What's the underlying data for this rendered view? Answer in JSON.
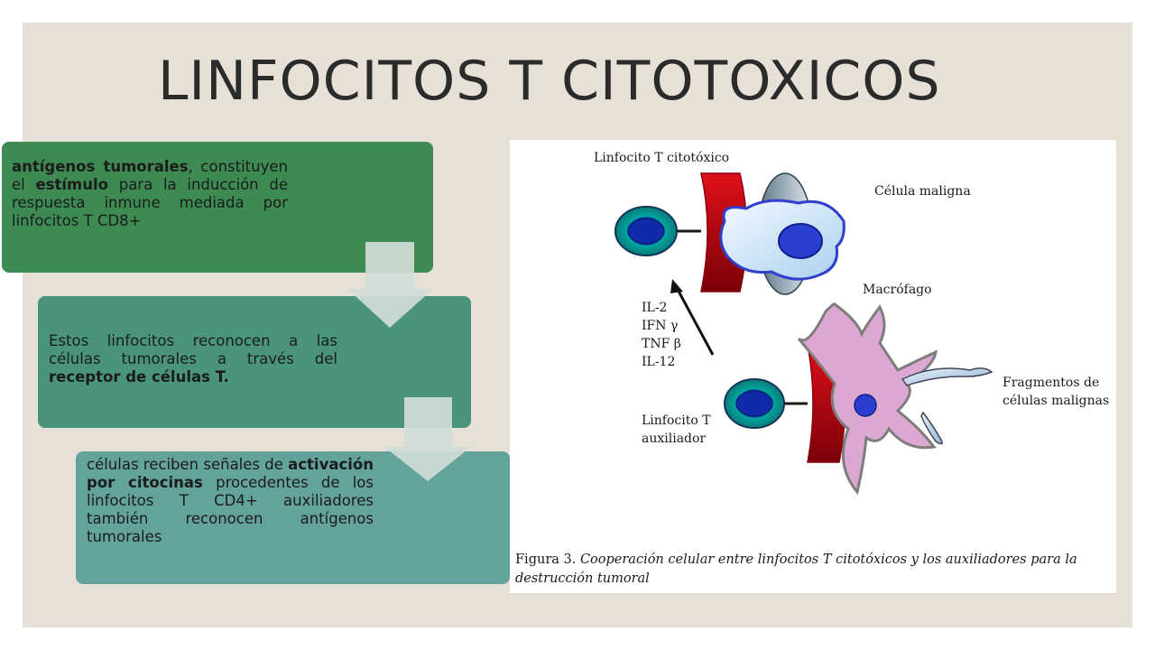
{
  "title": "LINFOCITOS T CITOTOXICOS",
  "boxes": [
    {
      "bold1": "antígenos tumorales",
      "t1": ", constituyen el ",
      "bold2": "estímulo",
      "t2": " para la inducción de respuesta inmune mediada por linfocitos T CD8+"
    },
    {
      "t1": "Estos linfocitos reconocen a las células tumorales a través del ",
      "bold1": "receptor de células T."
    },
    {
      "t1": "células reciben señales de ",
      "bold1": "activación por citocinas",
      "t2": " procedentes de los linfocitos T CD4+ auxiliadores también reconocen antígenos tumorales"
    }
  ],
  "figure": {
    "label_ctl": "Linfocito T citotóxico",
    "label_malignant": "Célula maligna",
    "label_macrophage": "Macrófago",
    "cytokines": [
      "IL-2",
      "IFN γ",
      "TNF β",
      "IL-12"
    ],
    "label_helper_1": "Linfocito T",
    "label_helper_2": "auxiliador",
    "label_fragments_1": "Fragmentos de",
    "label_fragments_2": "células malignas",
    "caption_prefix": "Figura 3.",
    "caption_text": " Cooperación celular entre linfocitos T citotóxicos y los auxiliadores para la destrucción tumoral"
  },
  "colors": {
    "box1": "#3d8a53",
    "box2": "#4a957a",
    "box3": "#63a39b",
    "arrow": "#cfdcd6",
    "receptor_red": "#c8101a",
    "macrophage_pink": "#dca8d2",
    "nucleus_blue": "#2a3ed0"
  }
}
